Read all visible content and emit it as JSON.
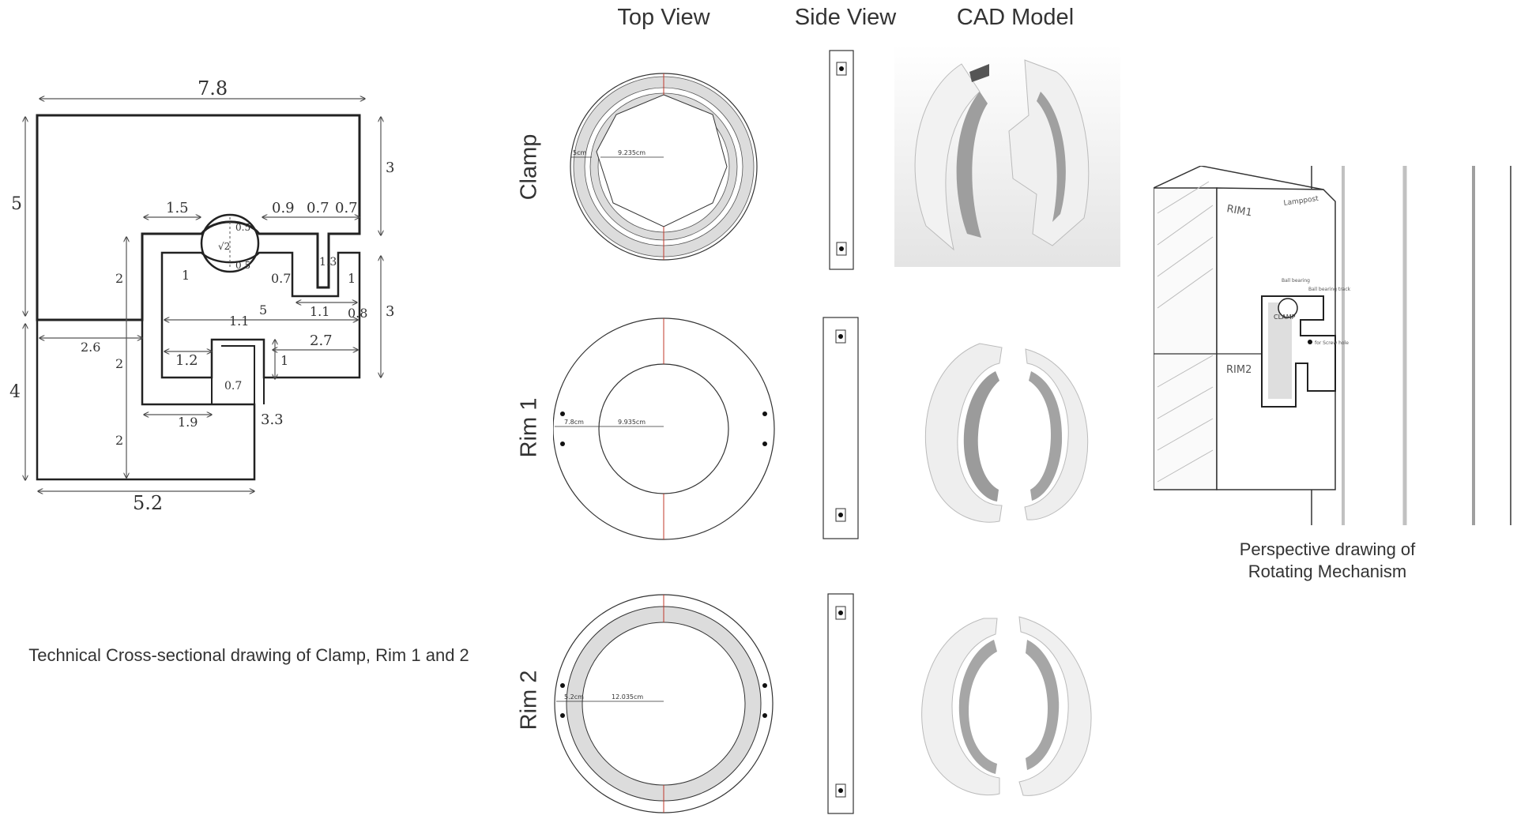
{
  "headers": {
    "top_view": "Top View",
    "side_view": "Side View",
    "cad_model": "CAD Model"
  },
  "rows": [
    {
      "label": "Clamp",
      "small_dim": "5cm",
      "big_dim": "9.235cm"
    },
    {
      "label": "Rim 1",
      "small_dim": "7.8cm",
      "big_dim": "9.935cm"
    },
    {
      "label": "Rim 2",
      "small_dim": "5.2cm",
      "big_dim": "12.035cm"
    }
  ],
  "cross_section": {
    "caption": "Technical Cross-sectional drawing of Clamp, Rim 1 and 2",
    "dims": {
      "top_width": "7.8",
      "left_upper": "5",
      "left_lower": "4",
      "right_upper": "3",
      "right_mid": "3",
      "bottom_width": "5.2",
      "d_1_5": "1.5",
      "d_0_9": "0.9",
      "d_0_7a": "0.7",
      "d_0_7b": "0.7",
      "d_0_5a": "0.5",
      "d_sqrt2": "√2",
      "d_0_5b": "0.5",
      "d_1_3": "1.3",
      "d_2a": "2",
      "d_1a": "1",
      "d_0_7c": "0.7",
      "d_1b": "1",
      "d_5": "5",
      "d_1_1a": "1.1",
      "d_0_8": "0.8",
      "d_1_1b": "1.1",
      "d_2_6": "2.6",
      "d_2_7": "2.7",
      "d_2b": "2",
      "d_1_2": "1.2",
      "d_1c": "1",
      "d_0_7d": "0.7",
      "d_1_9": "1.9",
      "d_3_3": "3.3",
      "d_2c": "2"
    }
  },
  "perspective": {
    "caption_line1": "Perspective drawing of",
    "caption_line2": "Rotating Mechanism",
    "labels": {
      "rim1": "RIM1",
      "rim2": "RIM2",
      "lamppost": "Lamppost",
      "clamp": "CLAMP",
      "ball_bearing": "Ball bearing",
      "ball_bearing_track": "Ball bearing track",
      "screw_note": "for Screw hole"
    }
  },
  "colors": {
    "line": "#333333",
    "ring_fill": "#dcdcdc",
    "seam": "#c0392b",
    "cad": "#e6e6e6"
  }
}
